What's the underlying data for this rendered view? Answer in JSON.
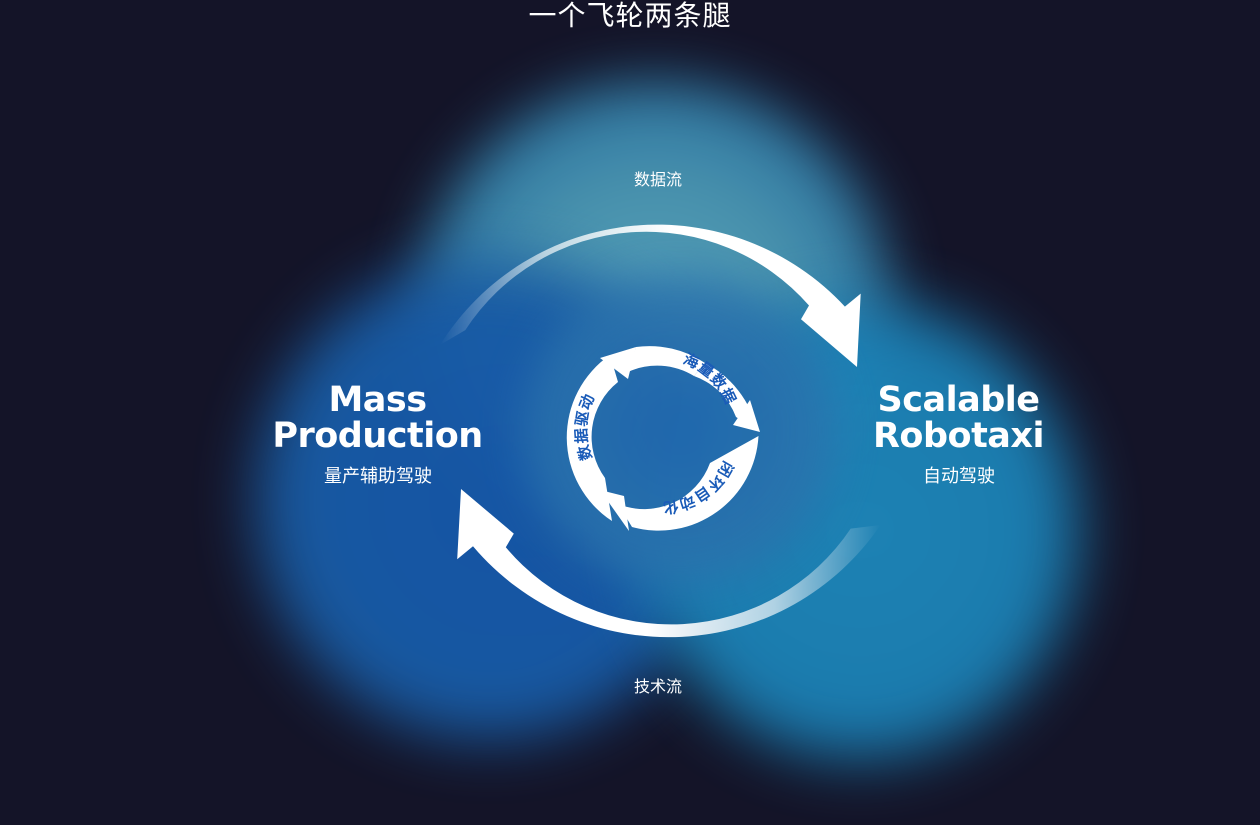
{
  "title": "一个飞轮两条腿",
  "flows": {
    "top": "数据流",
    "bottom": "技术流"
  },
  "nodes": {
    "left": {
      "title_line1": "Mass",
      "title_line2": "Production",
      "subtitle": "量产辅助驾驶"
    },
    "right": {
      "title_line1": "Scalable",
      "title_line2": "Robotaxi",
      "subtitle": "自动驾驶"
    }
  },
  "flywheel": {
    "segments": [
      "海量数据",
      "闭环自动化",
      "数据驱动"
    ],
    "text_color": "#1a5bb8"
  },
  "colors": {
    "background": "#141428",
    "arrow": "#ffffff",
    "blob_top": "#4a97b4",
    "blob_left": "#175aa6",
    "blob_right": "#1c82b6"
  }
}
